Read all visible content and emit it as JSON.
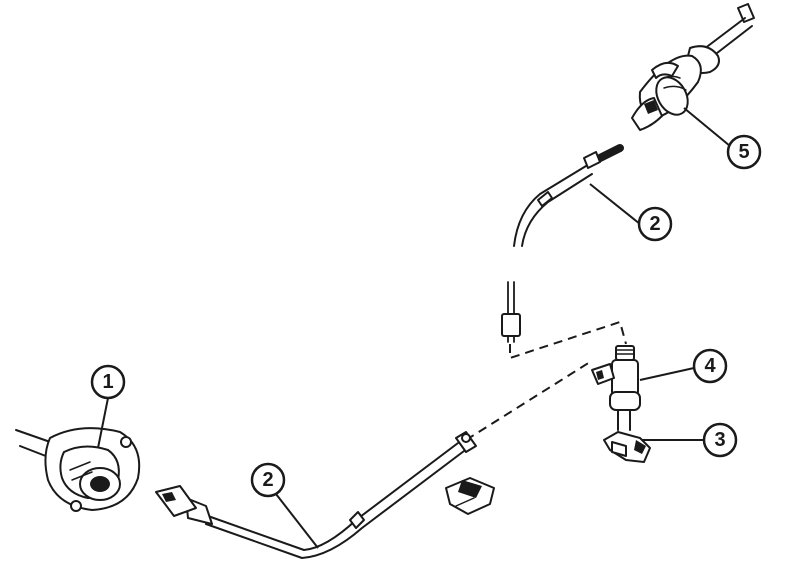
{
  "callouts": [
    {
      "id": "c1",
      "label": "1"
    },
    {
      "id": "c2a",
      "label": "2"
    },
    {
      "id": "c2b",
      "label": "2"
    },
    {
      "id": "c3",
      "label": "3"
    },
    {
      "id": "c4",
      "label": "4"
    },
    {
      "id": "c5",
      "label": "5"
    }
  ],
  "colors": {
    "ink": "#1a1a1a",
    "paper": "#ffffff"
  }
}
